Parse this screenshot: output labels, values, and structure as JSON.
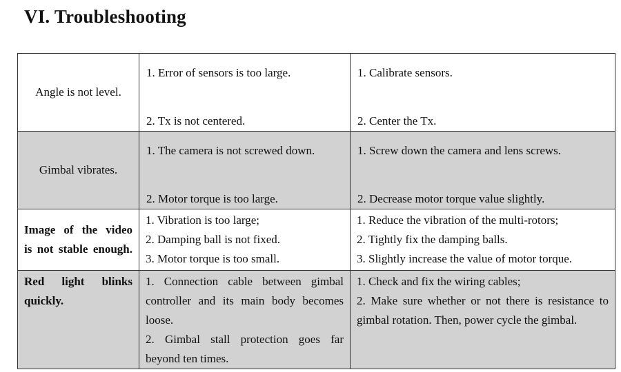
{
  "section_title": "VI. Troubleshooting",
  "rows": [
    {
      "problem": "Angle is not level.",
      "causes": [
        "1. Error of sensors is too large.",
        "2. Tx is not centered."
      ],
      "solutions": [
        "1. Calibrate sensors.",
        "2. Center the Tx."
      ]
    },
    {
      "problem": "Gimbal vibrates.",
      "causes": [
        "1. The camera is not screwed down.",
        "2. Motor torque is too large."
      ],
      "solutions": [
        "1. Screw down the camera and lens screws.",
        "2. Decrease motor torque value slightly."
      ]
    },
    {
      "problem_lines": [
        "Image of the video",
        "is not stable enough."
      ],
      "causes": [
        "1. Vibration is too large;",
        "2. Damping ball is not fixed.",
        "3. Motor torque is too small."
      ],
      "solutions": [
        "1. Reduce the vibration of the multi-rotors;",
        "2. Tightly fix the damping balls.",
        "3. Slightly increase the value of motor torque."
      ]
    },
    {
      "problem_lines": [
        "Red light blinks",
        "quickly."
      ],
      "cause_lines": [
        "1. Connection cable between gimbal",
        "controller and its main body becomes",
        "loose.",
        "2. Gimbal stall protection goes far",
        "beyond ten times."
      ],
      "solution_lines": [
        "1. Check and fix the wiring cables;",
        "2. Make sure whether or not there is resistance to",
        "gimbal rotation. Then, power cycle the gimbal."
      ]
    }
  ],
  "colors": {
    "shaded_row": "#d2d2d2",
    "border": "#333333"
  }
}
